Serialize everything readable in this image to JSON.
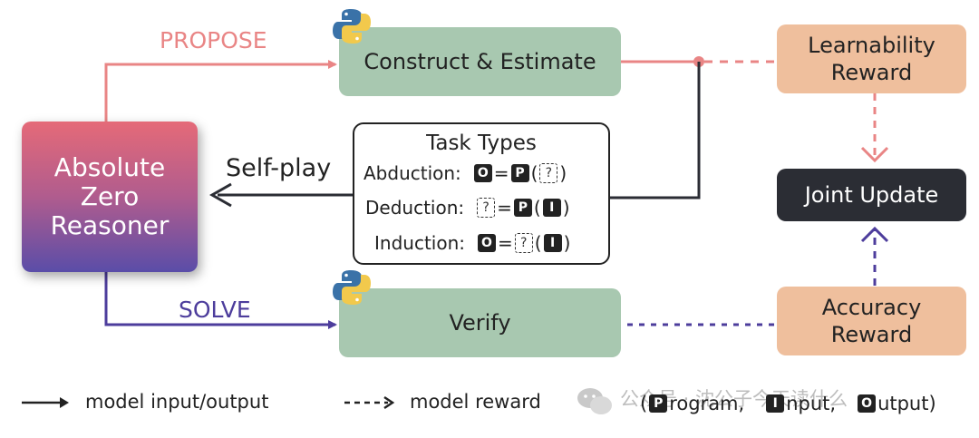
{
  "reasoner_label": [
    "Absolute",
    "Zero",
    "Reasoner"
  ],
  "propose_label": "PROPOSE",
  "solve_label": "SOLVE",
  "selfplay_label": "Self-play",
  "construct_label": "Construct & Estimate",
  "verify_label": "Verify",
  "learnability_label": [
    "Learnability",
    "Reward"
  ],
  "accuracy_label": [
    "Accuracy",
    "Reward"
  ],
  "joint_label": "Joint Update",
  "task_types": {
    "title": "Task Types",
    "rows": [
      {
        "name": "Abduction:",
        "lhs": "O",
        "eq": "=",
        "fn": "P",
        "arg": "?"
      },
      {
        "name": "Deduction:",
        "lhs": "?",
        "eq": "=",
        "fn": "P",
        "arg": "I"
      },
      {
        "name": "Induction:",
        "lhs": "O",
        "eq": "=",
        "fn": "?",
        "arg": "I"
      }
    ]
  },
  "legend": {
    "solid_label": "model input/output",
    "dashed_label": "model reward",
    "key_open": "(",
    "program_letter": "P",
    "program_rest": "rogram,",
    "input_letter": "I",
    "input_rest": "nput,",
    "output_letter": "O",
    "output_rest": "utput)"
  },
  "watermark": "公众号 · 沈公子今天读什么",
  "colors": {
    "propose": "#e98585",
    "solve": "#4d3d9c",
    "dark": "#2b2d34",
    "green": "#a8c8b0",
    "orange": "#efbf9d"
  },
  "icons": [
    "python-icon",
    "wechat-icon"
  ]
}
